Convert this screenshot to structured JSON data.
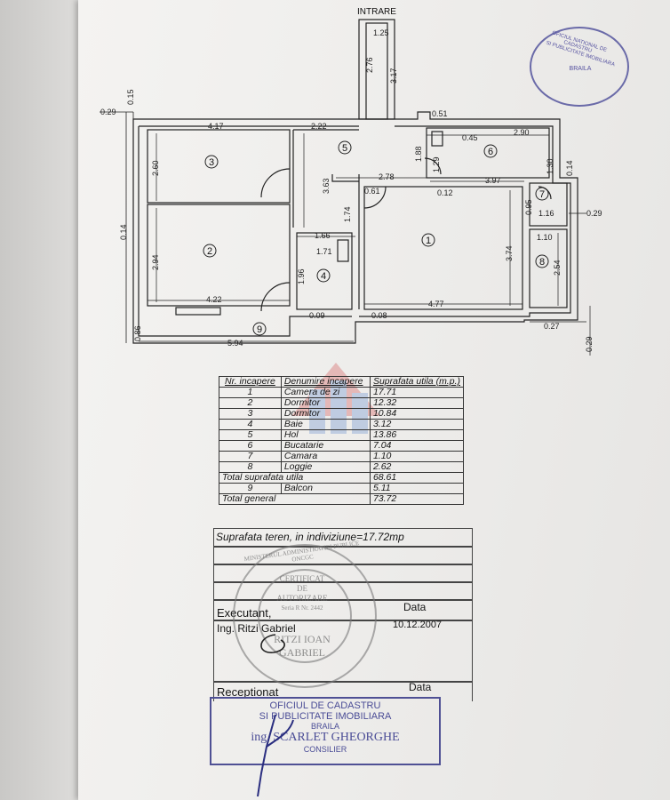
{
  "plan": {
    "entrance_label": "INTRARE",
    "rooms": [
      "1",
      "2",
      "3",
      "4",
      "5",
      "6",
      "7",
      "8",
      "9"
    ],
    "dimensions": [
      "1.25",
      "2.76",
      "3.17",
      "0.15",
      "0.29",
      "4.17",
      "2.22",
      "0.51",
      "2.60",
      "3.63",
      "1.88",
      "1.29",
      "0.45",
      "2.90",
      "1.30",
      "0.14",
      "2.78",
      "0.61",
      "0.12",
      "3.97",
      "0.95",
      "1.16",
      "0.29",
      "0.14",
      "1.74",
      "1.66",
      "1.71",
      "1.10",
      "2.94",
      "1.96",
      "3.74",
      "2.54",
      "4.22",
      "0.09",
      "0.08",
      "4.77",
      "0.86",
      "5.94",
      "0.27",
      "0.29"
    ]
  },
  "table": {
    "header": {
      "nr": "Nr. incapere",
      "name": "Denumire incapere",
      "area": "Suprafata utila (m.p.)"
    },
    "rows": [
      {
        "nr": "1",
        "name": "Camera de zi",
        "area": "17.71"
      },
      {
        "nr": "2",
        "name": "Dormitor",
        "area": "12.32"
      },
      {
        "nr": "3",
        "name": "Dormitor",
        "area": "10.84"
      },
      {
        "nr": "4",
        "name": "Baie",
        "area": "3.12"
      },
      {
        "nr": "5",
        "name": "Hol",
        "area": "13.86"
      },
      {
        "nr": "6",
        "name": "Bucatarie",
        "area": "7.04"
      },
      {
        "nr": "7",
        "name": "Camara",
        "area": "1.10"
      },
      {
        "nr": "8",
        "name": "Loggie",
        "area": "2.62"
      }
    ],
    "total_useful_label": "Total suprafata utila",
    "total_useful": "68.61",
    "balcony": {
      "nr": "9",
      "name": "Balcon",
      "area": "5.11"
    },
    "total_general_label": "Total general",
    "total_general": "73.72"
  },
  "info": {
    "land_area": "Suprafata teren, in indiviziune=17.72mp",
    "executant_label": "Executant,",
    "executant_name": "Ing. Ritzi Gabriel",
    "data_label_1": "Data",
    "date": "10.12.2007",
    "receptionat_label": "Receptionat",
    "data_label_2": "Data"
  },
  "stamps": {
    "round_top": [
      "OFICIUL NATIONAL DE CADASTRU",
      "SI PUBLICITATE IMOBILIARA",
      "BRAILA"
    ],
    "round_center": [
      "CERTIFICAT",
      "DE",
      "AUTORIZARE",
      "Seria R Nr. 2442"
    ],
    "round_ring": "MINISTERUL ADMINISTRATIEI PUBLICE ONCGC",
    "signer_lines": [
      "RITZI IOAN",
      "GABRIEL"
    ],
    "blue_lines": [
      "OFICIUL DE CADASTRU",
      "SI PUBLICITATE IMOBILIARA",
      "BRAILA",
      "ing. SCARLET GHEORGHE",
      "CONSILIER"
    ]
  },
  "colors": {
    "ink": "#222222",
    "stamp_blue": "#4f5094",
    "seal_purple": "#6a6aa8"
  }
}
